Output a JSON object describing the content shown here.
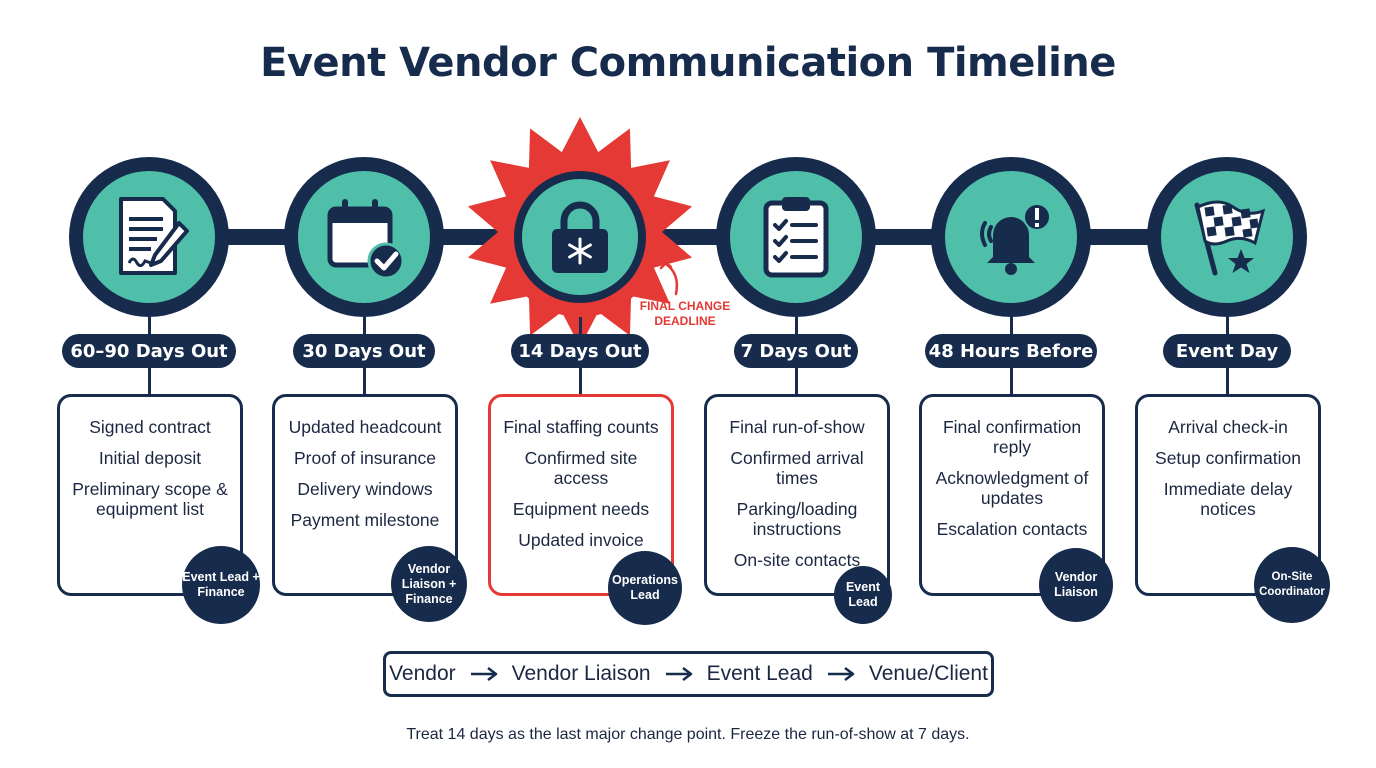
{
  "title": "Event Vendor Communication Timeline",
  "colors": {
    "navy": "#172b4d",
    "teal": "#4fbfaa",
    "accent_red": "#e53935"
  },
  "stages": [
    {
      "label": "60–90 Days Out",
      "icon": "signed-document-icon",
      "items": [
        "Signed contract",
        "Initial deposit",
        "Preliminary scope & equipment list"
      ],
      "owner": "Event Lead + Finance"
    },
    {
      "label": "30 Days Out",
      "icon": "calendar-check-icon",
      "items": [
        "Updated headcount",
        "Proof of insurance",
        "Delivery windows",
        "Payment milestone"
      ],
      "owner": "Vendor Liaison + Finance"
    },
    {
      "label": "14 Days Out",
      "icon": "padlock-snowflake-icon",
      "items": [
        "Final staffing counts",
        "Confirmed site access",
        "Equipment needs",
        "Updated invoice"
      ],
      "owner": "Operations Lead",
      "highlight": true
    },
    {
      "label": "7 Days Out",
      "icon": "clipboard-checklist-icon",
      "items": [
        "Final run-of-show",
        "Confirmed arrival times",
        "Parking/loading instructions",
        "On-site contacts"
      ],
      "owner": "Event Lead"
    },
    {
      "label": "48 Hours Before",
      "icon": "bell-alert-icon",
      "items": [
        "Final confirmation reply",
        "Acknowledgment of updates",
        "Escalation contacts"
      ],
      "owner": "Vendor Liaison"
    },
    {
      "label": "Event Day",
      "icon": "checkered-flag-icon",
      "items": [
        "Arrival check-in",
        "Setup confirmation",
        "Immediate delay notices"
      ],
      "owner": "On-Site Coordinator"
    }
  ],
  "deadline_note": "FINAL CHANGE DEADLINE",
  "flow": [
    "Vendor",
    "Vendor Liaison",
    "Event Lead",
    "Venue/Client"
  ],
  "footer": "Treat 14 days as the last major change point. Freeze the run-of-show at 7 days."
}
